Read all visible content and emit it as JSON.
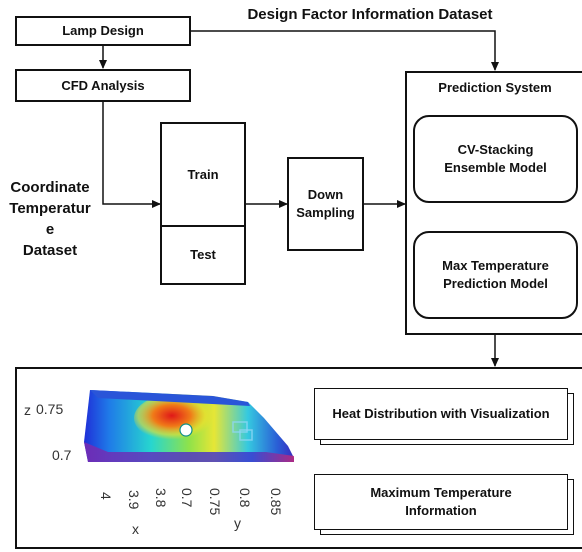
{
  "nodes": {
    "lamp_design": "Lamp Design",
    "cfd_analysis": "CFD Analysis",
    "train": "Train",
    "test": "Test",
    "down_sampling_1": "Down",
    "down_sampling_2": "Sampling",
    "prediction_system": "Prediction System",
    "cv_stacking_1": "CV-Stacking",
    "cv_stacking_2": "Ensemble Model",
    "max_temp_1": "Max Temperature",
    "max_temp_2": "Prediction Model",
    "heat_distribution": "Heat Distribution with Visualization",
    "max_temp_info_1": "Maximum Temperature",
    "max_temp_info_2": "Information"
  },
  "labels": {
    "design_factor": "Design Factor Information Dataset",
    "coord_1": "Coordinate",
    "coord_2": "Temperatur",
    "coord_3": "e",
    "coord_4": "Dataset"
  },
  "plot": {
    "z_label": "z",
    "z_ticks": [
      "0.75",
      "0.7"
    ],
    "x_ticks": [
      "4",
      "3.9",
      "3.8",
      "0.7"
    ],
    "y_ticks": [
      "0.75",
      "0.8",
      "0.85"
    ],
    "x_label": "x",
    "y_label": "y"
  }
}
